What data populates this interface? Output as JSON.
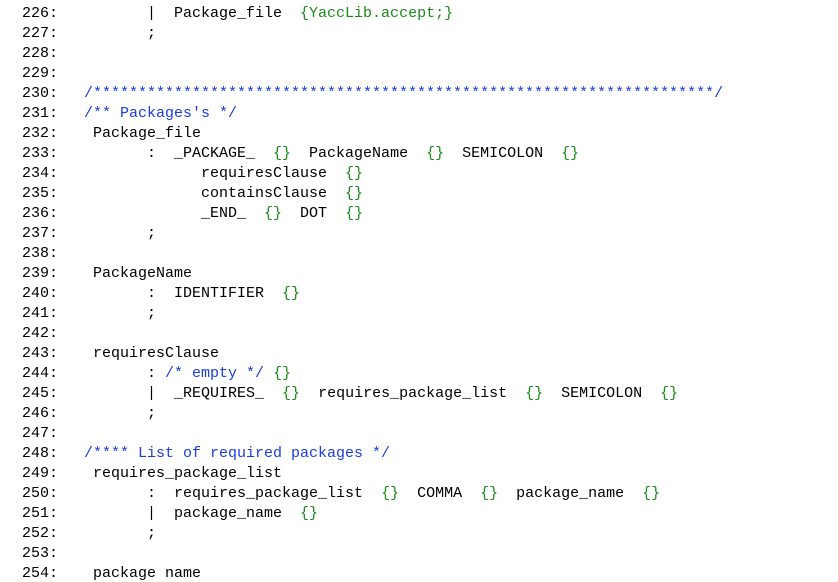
{
  "colors": {
    "background": "#ffffff",
    "text": "#000000",
    "comment": "#1a3ce0",
    "action": "#1a8a1a"
  },
  "lines": [
    {
      "num": "226:",
      "tokens": [
        {
          "t": "plain",
          "s": "       |  Package_file  "
        },
        {
          "t": "action",
          "s": "{YaccLib.accept;}"
        }
      ]
    },
    {
      "num": "227:",
      "tokens": [
        {
          "t": "plain",
          "s": "       ;"
        }
      ]
    },
    {
      "num": "228:",
      "tokens": []
    },
    {
      "num": "229:",
      "tokens": []
    },
    {
      "num": "230:",
      "tokens": [
        {
          "t": "comment",
          "s": "/*********************************************************************/"
        }
      ]
    },
    {
      "num": "231:",
      "tokens": [
        {
          "t": "comment",
          "s": "/** Packages's */"
        }
      ]
    },
    {
      "num": "232:",
      "tokens": [
        {
          "t": "plain",
          "s": " Package_file"
        }
      ]
    },
    {
      "num": "233:",
      "tokens": [
        {
          "t": "plain",
          "s": "       :  _PACKAGE_  "
        },
        {
          "t": "action",
          "s": "{}"
        },
        {
          "t": "plain",
          "s": "  PackageName  "
        },
        {
          "t": "action",
          "s": "{}"
        },
        {
          "t": "plain",
          "s": "  SEMICOLON  "
        },
        {
          "t": "action",
          "s": "{}"
        }
      ]
    },
    {
      "num": "234:",
      "tokens": [
        {
          "t": "plain",
          "s": "             requiresClause  "
        },
        {
          "t": "action",
          "s": "{}"
        }
      ]
    },
    {
      "num": "235:",
      "tokens": [
        {
          "t": "plain",
          "s": "             containsClause  "
        },
        {
          "t": "action",
          "s": "{}"
        }
      ]
    },
    {
      "num": "236:",
      "tokens": [
        {
          "t": "plain",
          "s": "             _END_  "
        },
        {
          "t": "action",
          "s": "{}"
        },
        {
          "t": "plain",
          "s": "  DOT  "
        },
        {
          "t": "action",
          "s": "{}"
        }
      ]
    },
    {
      "num": "237:",
      "tokens": [
        {
          "t": "plain",
          "s": "       ;"
        }
      ]
    },
    {
      "num": "238:",
      "tokens": []
    },
    {
      "num": "239:",
      "tokens": [
        {
          "t": "plain",
          "s": " PackageName"
        }
      ]
    },
    {
      "num": "240:",
      "tokens": [
        {
          "t": "plain",
          "s": "       :  IDENTIFIER  "
        },
        {
          "t": "action",
          "s": "{}"
        }
      ]
    },
    {
      "num": "241:",
      "tokens": [
        {
          "t": "plain",
          "s": "       ;"
        }
      ]
    },
    {
      "num": "242:",
      "tokens": []
    },
    {
      "num": "243:",
      "tokens": [
        {
          "t": "plain",
          "s": " requiresClause"
        }
      ]
    },
    {
      "num": "244:",
      "tokens": [
        {
          "t": "plain",
          "s": "       : "
        },
        {
          "t": "comment",
          "s": "/* empty */"
        },
        {
          "t": "plain",
          "s": " "
        },
        {
          "t": "action",
          "s": "{}"
        }
      ]
    },
    {
      "num": "245:",
      "tokens": [
        {
          "t": "plain",
          "s": "       |  _REQUIRES_  "
        },
        {
          "t": "action",
          "s": "{}"
        },
        {
          "t": "plain",
          "s": "  requires_package_list  "
        },
        {
          "t": "action",
          "s": "{}"
        },
        {
          "t": "plain",
          "s": "  SEMICOLON  "
        },
        {
          "t": "action",
          "s": "{}"
        }
      ]
    },
    {
      "num": "246:",
      "tokens": [
        {
          "t": "plain",
          "s": "       ;"
        }
      ]
    },
    {
      "num": "247:",
      "tokens": []
    },
    {
      "num": "248:",
      "tokens": [
        {
          "t": "comment",
          "s": "/**** List of required packages */"
        }
      ]
    },
    {
      "num": "249:",
      "tokens": [
        {
          "t": "plain",
          "s": " requires_package_list"
        }
      ]
    },
    {
      "num": "250:",
      "tokens": [
        {
          "t": "plain",
          "s": "       :  requires_package_list  "
        },
        {
          "t": "action",
          "s": "{}"
        },
        {
          "t": "plain",
          "s": "  COMMA  "
        },
        {
          "t": "action",
          "s": "{}"
        },
        {
          "t": "plain",
          "s": "  package_name  "
        },
        {
          "t": "action",
          "s": "{}"
        }
      ]
    },
    {
      "num": "251:",
      "tokens": [
        {
          "t": "plain",
          "s": "       |  package_name  "
        },
        {
          "t": "action",
          "s": "{}"
        }
      ]
    },
    {
      "num": "252:",
      "tokens": [
        {
          "t": "plain",
          "s": "       ;"
        }
      ]
    },
    {
      "num": "253:",
      "tokens": []
    },
    {
      "num": "254:",
      "tokens": [
        {
          "t": "plain",
          "s": " package name"
        }
      ]
    }
  ]
}
